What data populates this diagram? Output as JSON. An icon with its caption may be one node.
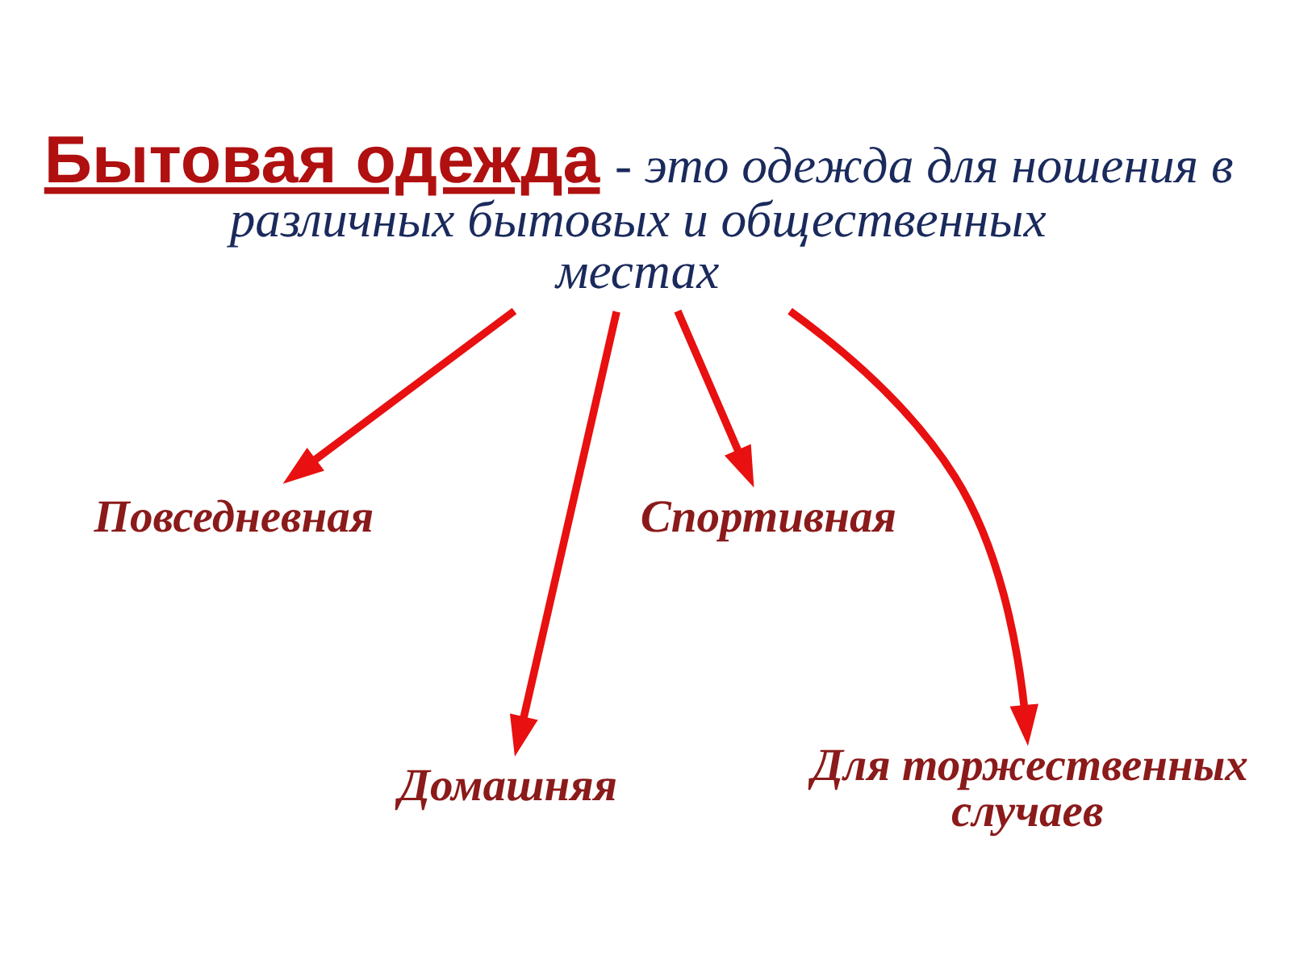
{
  "diagram": {
    "nodes": [
      {
        "text": [
          "Бытовая одежда",
          "- это одежда для ношения в различных бытовых и общественных местах"
        ]
      },
      {
        "text": [
          "Повседневная"
        ]
      },
      {
        "text": [
          "Домашняя"
        ]
      },
      {
        "text": [
          "Спортивная"
        ]
      },
      {
        "text": [
          "Для торжественных случаев"
        ]
      }
    ],
    "edges": [
      {
        "from": 0,
        "to": 1,
        "arrow": "to"
      },
      {
        "from": 0,
        "to": 2,
        "arrow": "to"
      },
      {
        "from": 0,
        "to": 3,
        "arrow": "to"
      },
      {
        "from": 0,
        "to": 4,
        "arrow": "to"
      }
    ]
  }
}
